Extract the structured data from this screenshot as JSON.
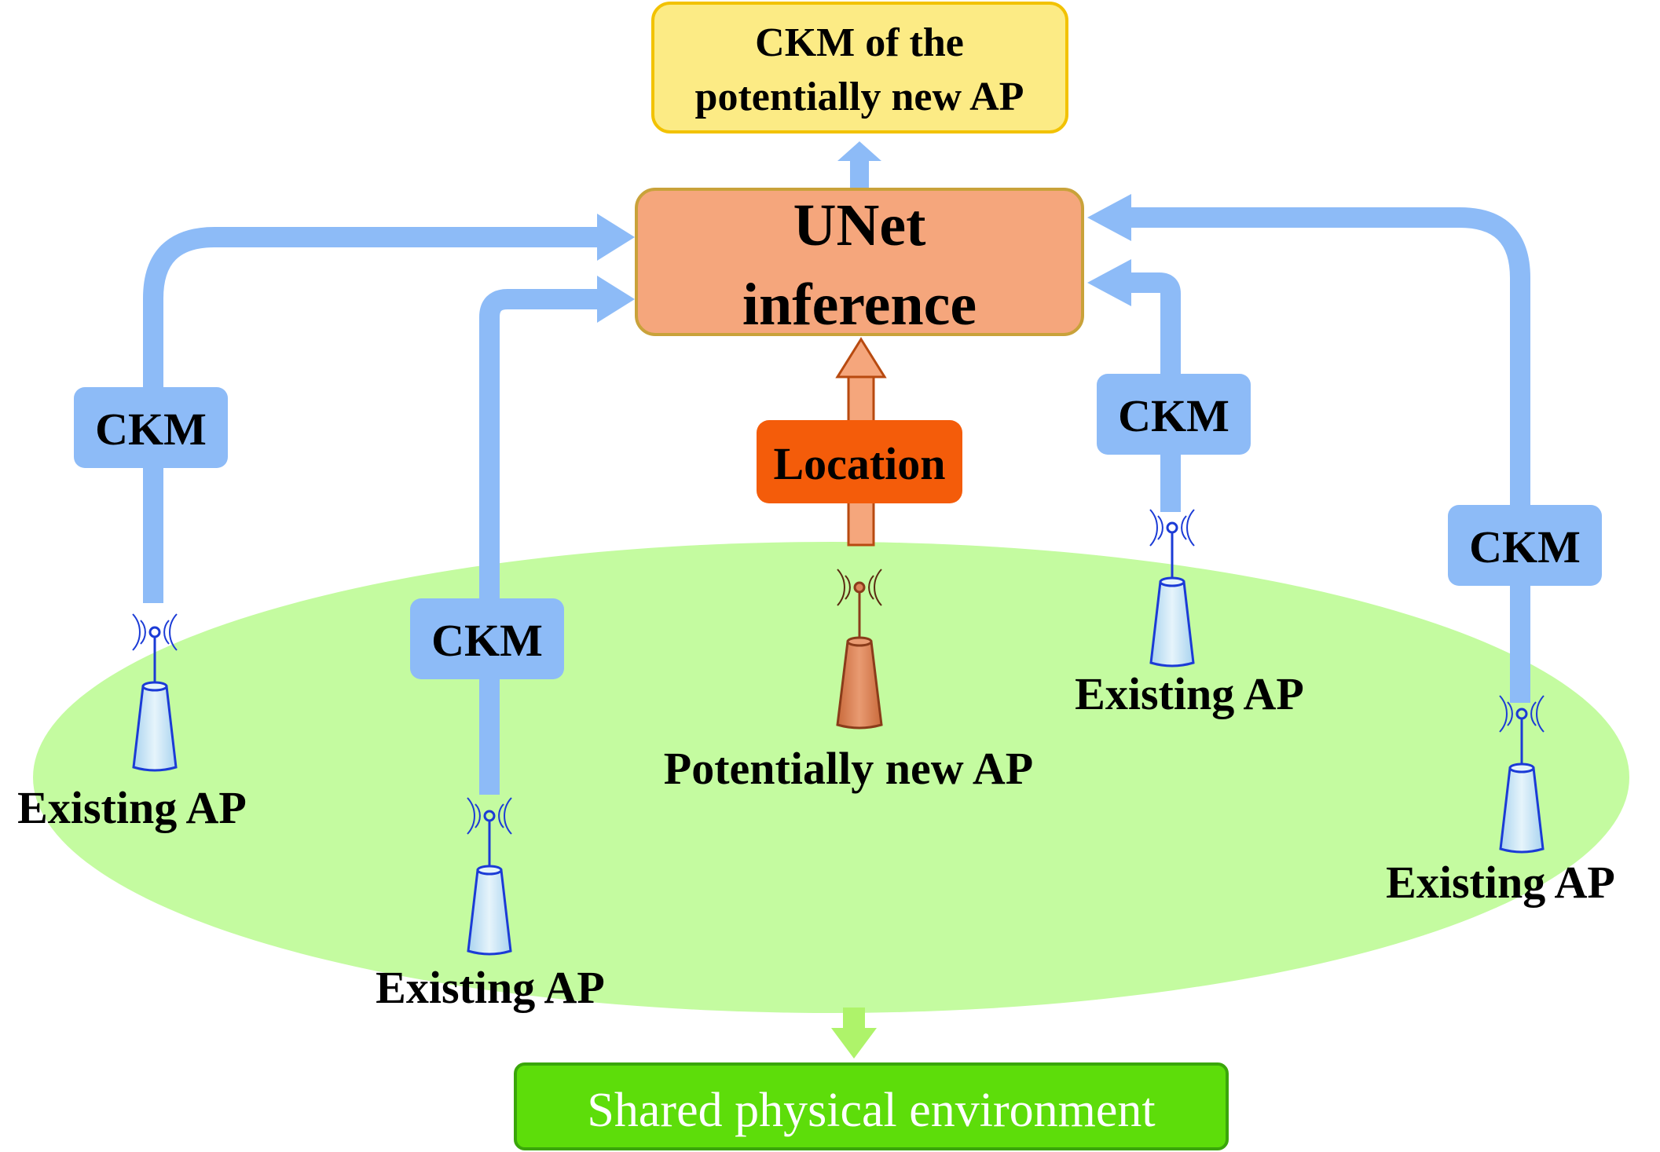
{
  "output_box": {
    "line1": "CKM of the",
    "line2": "potentially new AP"
  },
  "unet_box": {
    "line1": "UNet",
    "line2": "inference"
  },
  "location_label": "Location",
  "ckm_label": "CKM",
  "existing_ap_label": "Existing AP",
  "new_ap_label": "Potentially new AP",
  "environment_label": "Shared physical environment",
  "colors": {
    "ellipse": "#c4fba0",
    "pipe": "#8dbbf7",
    "ckm_box": "#8dbbf7",
    "unet_fill": "#f5a67c",
    "unet_border": "#c9a23a",
    "output_fill": "#fceb85",
    "output_border": "#f2c200",
    "location_fill": "#f45c0a",
    "env_fill": "#5ddd0a",
    "env_border": "#3aa60a",
    "new_ap_fill": "#dc8358",
    "existing_ap_fill": "#cde7f5",
    "antenna_blue": "#1b3bd6",
    "antenna_brown": "#8a3c1a"
  }
}
